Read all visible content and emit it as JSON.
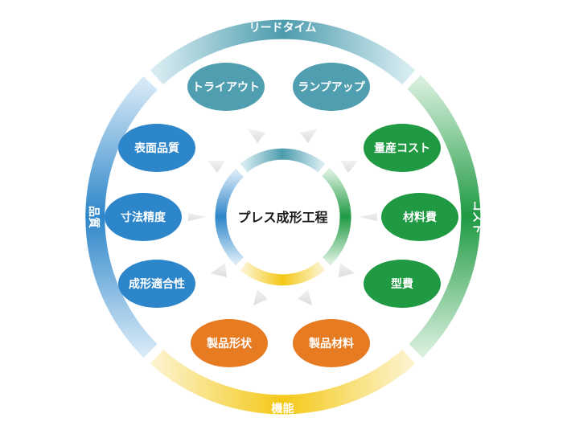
{
  "center": {
    "label": "プレス成形工程"
  },
  "ring_labels": {
    "top": "リードタイム",
    "right": "コスト",
    "bottom": "機能",
    "left": "品質"
  },
  "nodes": {
    "tryout": "トライアウト",
    "rampup": "ランプアップ",
    "mass_production_cost": "量産コスト",
    "material_cost": "材料費",
    "die_cost": "型費",
    "product_material": "製品材料",
    "product_shape": "製品形状",
    "formability": "成形適合性",
    "dimensional_accuracy": "寸法精度",
    "surface_quality": "表面品質"
  },
  "colors": {
    "lead_time": "#4f9fb1",
    "cost": "#1f9a43",
    "function": "#f5cc18",
    "quality": "#2d86c9",
    "functional_nodes": "#e77b22"
  }
}
